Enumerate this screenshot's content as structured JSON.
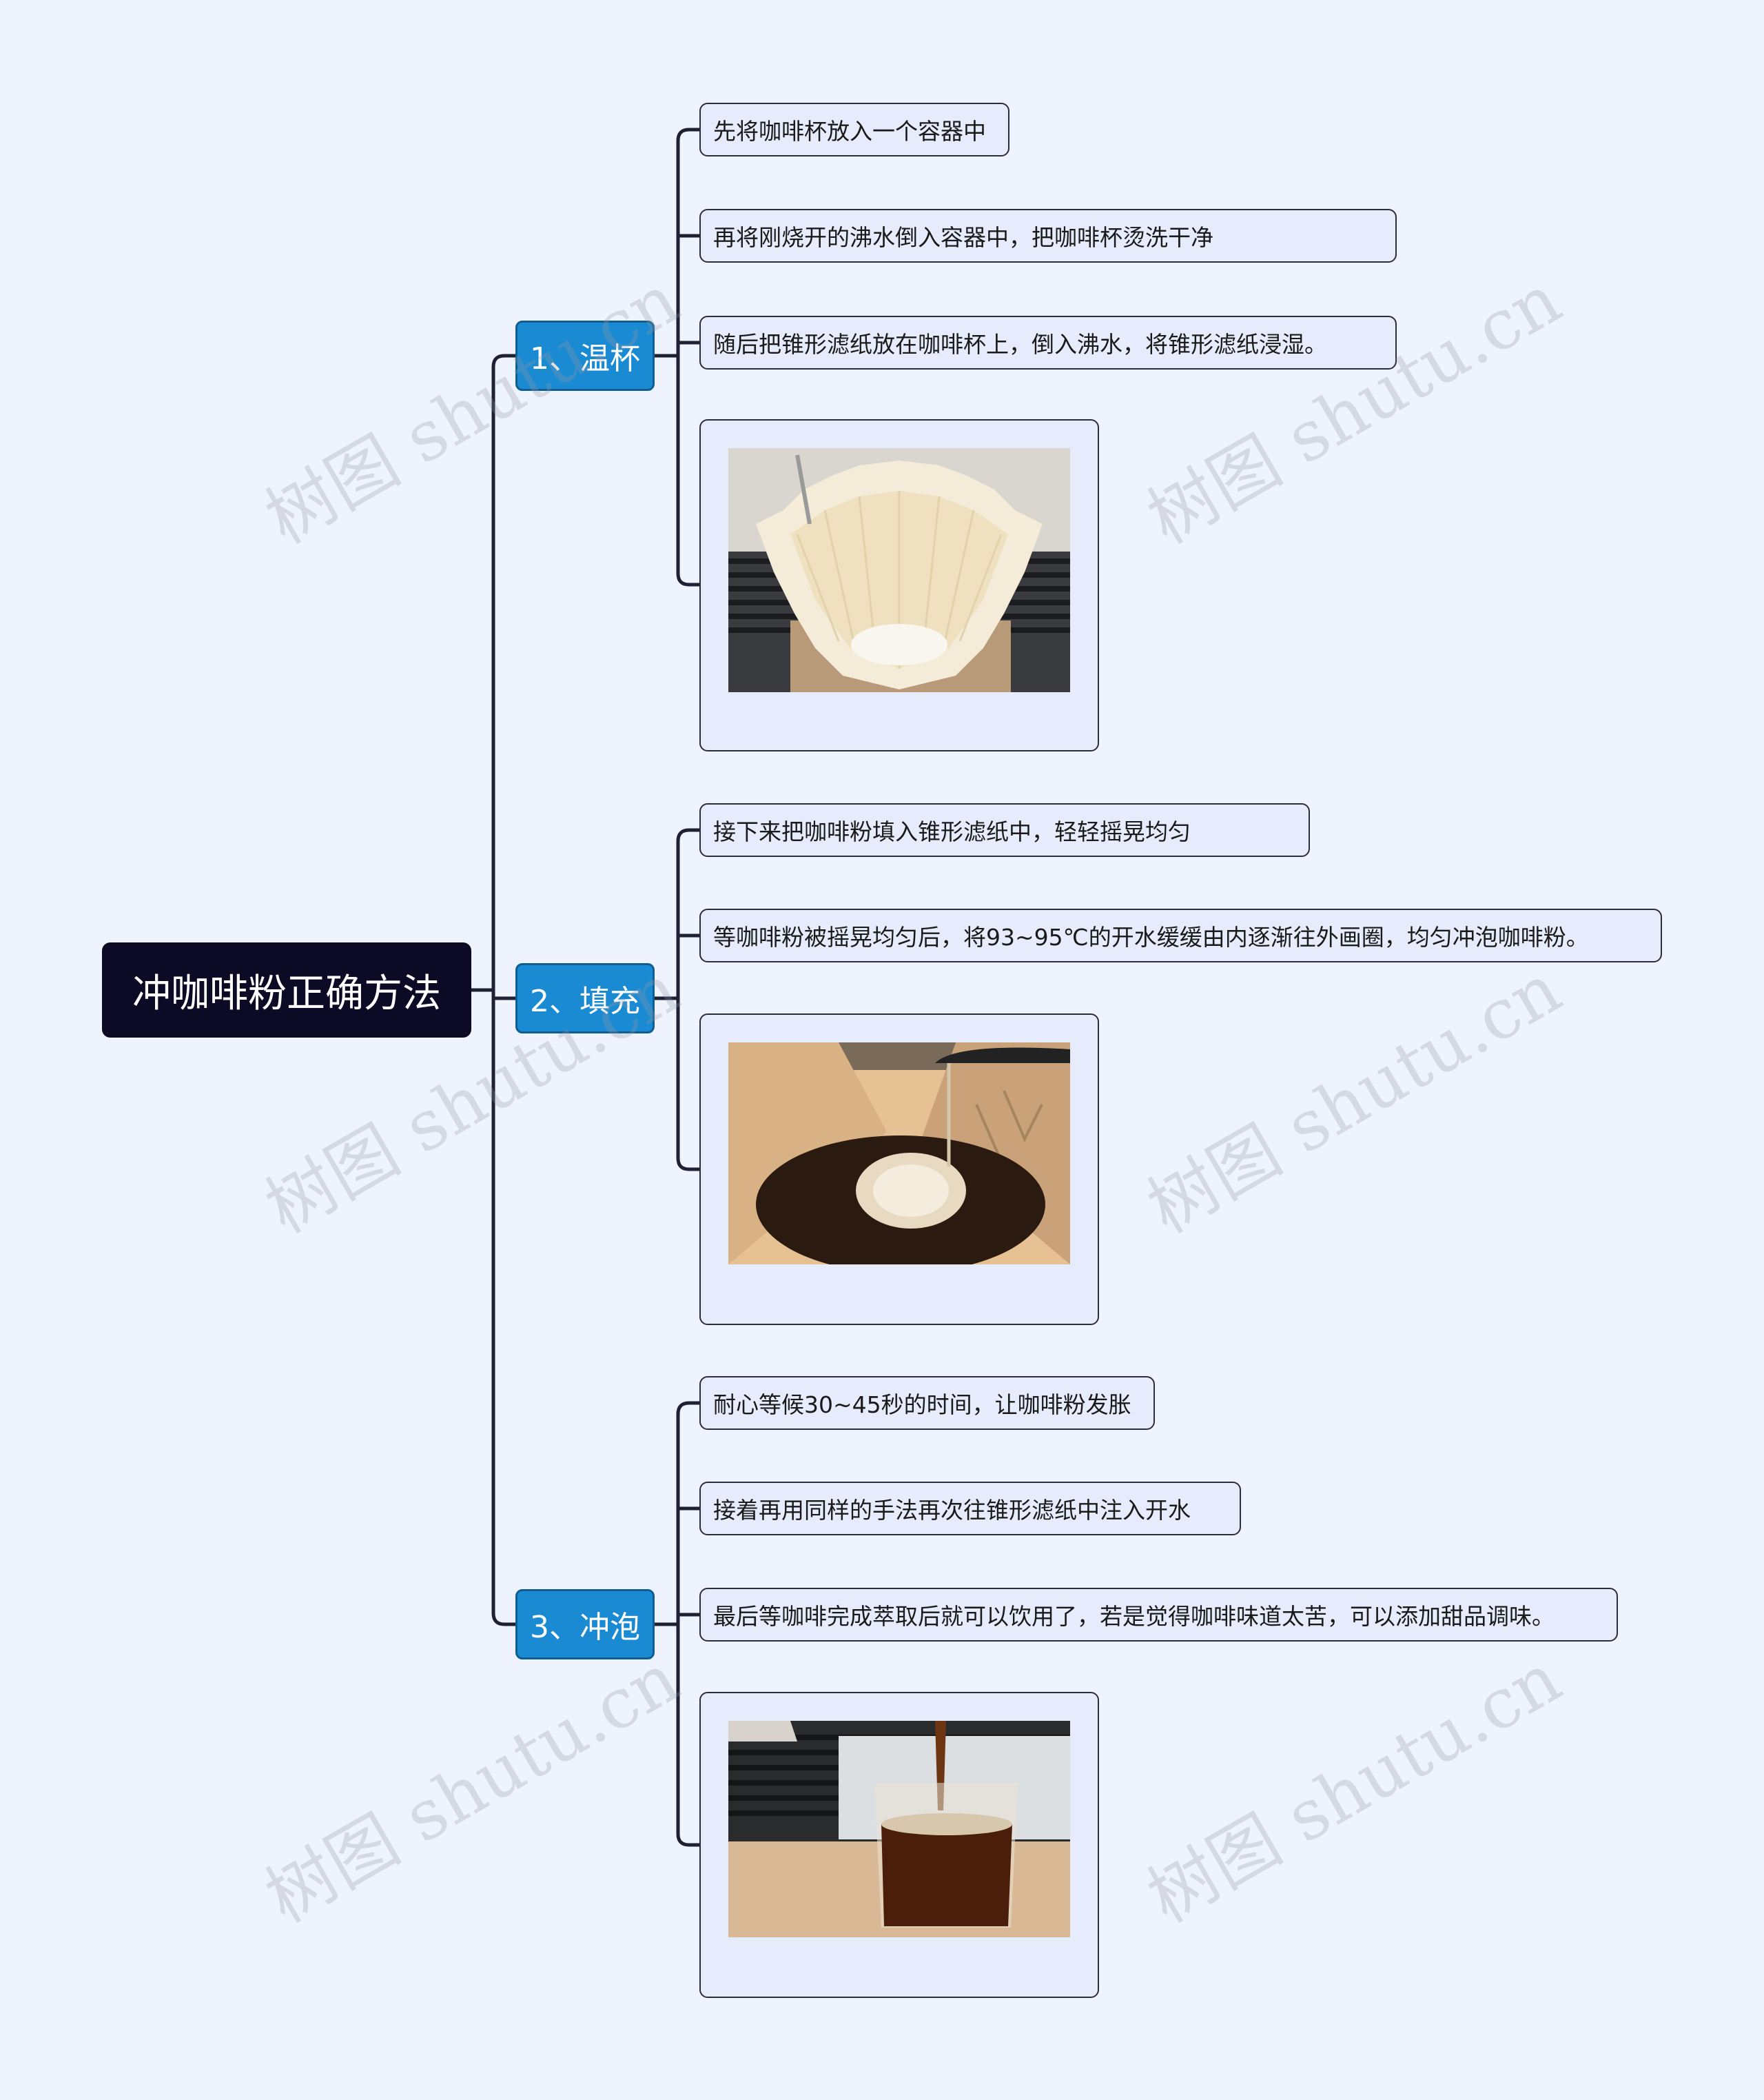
{
  "root": {
    "title": "冲咖啡粉正确方法"
  },
  "branches": [
    {
      "label": "1、温杯",
      "items": [
        "先将咖啡杯放入一个容器中",
        "再将刚烧开的沸水倒入容器中，把咖啡杯烫洗干净",
        "随后把锥形滤纸放在咖啡杯上，倒入沸水，将锥形滤纸浸湿。"
      ],
      "image": "paper-filter-photo"
    },
    {
      "label": "2、填充",
      "items": [
        "接下来把咖啡粉填入锥形滤纸中，轻轻摇晃均匀",
        "等咖啡粉被摇晃均匀后，将93~95℃的开水缓缓由内逐渐往外画圈，均匀冲泡咖啡粉。"
      ],
      "image": "pour-over-grounds-photo"
    },
    {
      "label": "3、冲泡",
      "items": [
        "耐心等候30~45秒的时间，让咖啡粉发胀",
        "接着再用同样的手法再次往锥形滤纸中注入开水",
        "最后等咖啡完成萃取后就可以饮用了，若是觉得咖啡味道太苦，可以添加甜品调味。"
      ],
      "image": "brewed-coffee-glass-photo"
    }
  ],
  "watermark": "树图 shutu.cn",
  "colors": {
    "background": "#eff3fd",
    "root": "#0d0a26",
    "branch": "#1a8bd2",
    "leaf": "#e6ecfb",
    "line": "#1e2033"
  }
}
